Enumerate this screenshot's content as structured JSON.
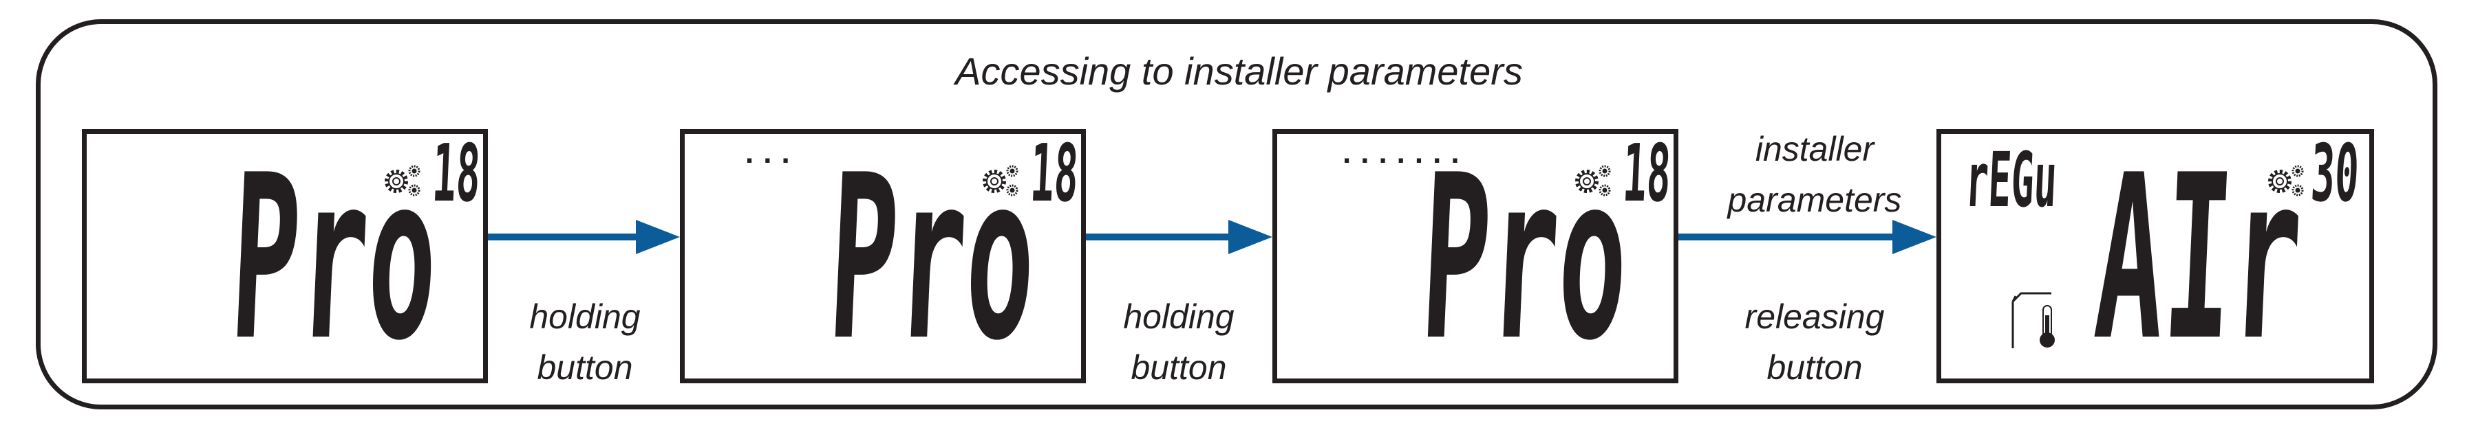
{
  "title": "Accessing to installer parameters",
  "panels": [
    {
      "main": "Pro",
      "value": "18",
      "dots": ""
    },
    {
      "main": "Pro",
      "value": "18",
      "dots": "..."
    },
    {
      "main": "Pro",
      "value": "18",
      "dots": "......."
    },
    {
      "main": "AIr",
      "value": "30",
      "mode": "rEGu"
    }
  ],
  "transitions": [
    {
      "below": [
        "holding",
        "button"
      ]
    },
    {
      "below": [
        "holding",
        "button"
      ]
    },
    {
      "above": [
        "installer",
        "parameters"
      ],
      "below": [
        "releasing",
        "button"
      ]
    }
  ],
  "colors": {
    "arrow": "#0b5c99",
    "ink": "#231f20"
  }
}
